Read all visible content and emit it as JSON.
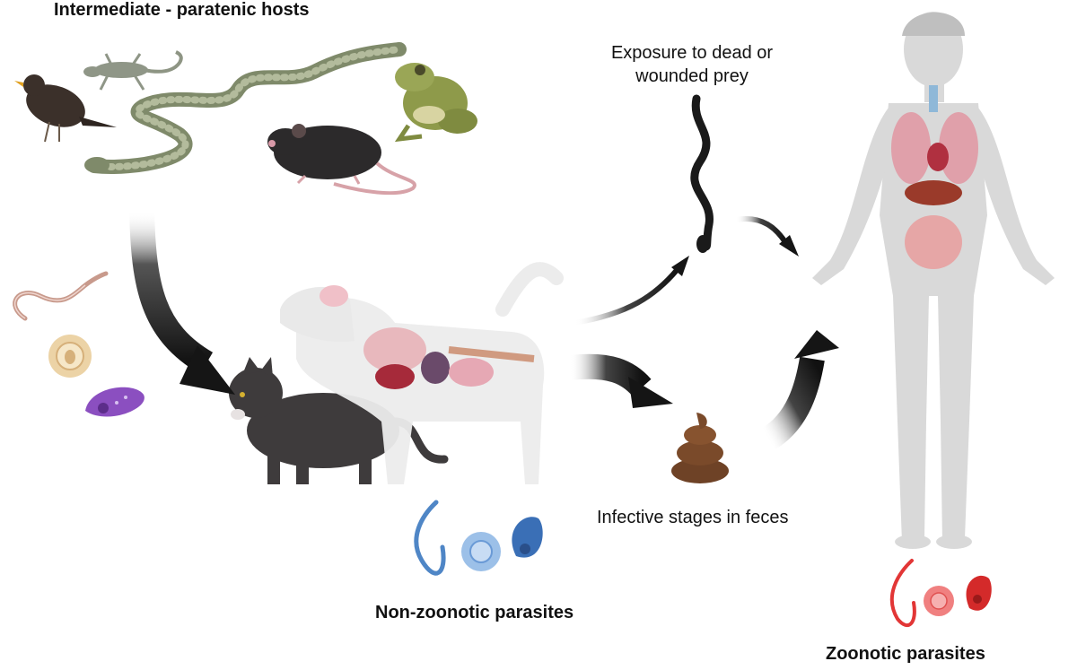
{
  "labels": {
    "hosts_title": "Intermediate - paratenic hosts",
    "prey_line1": "Exposure to dead or",
    "prey_line2": "wounded prey",
    "feces_label": "Infective stages in feces",
    "non_zoonotic": "Non-zoonotic parasites",
    "zoonotic": "Zoonotic parasites"
  },
  "colors": {
    "arrow_dark": "#151515",
    "non_zoonotic_parasite": "#4f86c6",
    "zoonotic_parasite": "#e23636",
    "host_parasite_worm": "#c89a8c",
    "host_parasite_cyst": "#e8c89a",
    "host_parasite_protozoa": "#8b4fc0",
    "human_body": "#d9d9d9",
    "dog_body": "#ececec",
    "cat_body": "#3e3b3c",
    "feces": "#7a4a2a"
  }
}
